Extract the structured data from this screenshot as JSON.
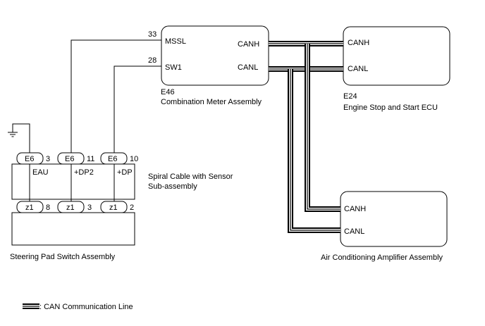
{
  "components": {
    "meter": {
      "code": "E46",
      "name": "Combination Meter Assembly",
      "pins": [
        {
          "label": "MSSL",
          "number": "33"
        },
        {
          "label": "SW1",
          "number": "28"
        },
        {
          "label": "CANH"
        },
        {
          "label": "CANL"
        }
      ]
    },
    "engine_ecu": {
      "code": "E24",
      "name": "Engine Stop and Start ECU",
      "pins": [
        {
          "label": "CANH"
        },
        {
          "label": "CANL"
        }
      ]
    },
    "ac_amplifier": {
      "name": "Air Conditioning Amplifier Assembly",
      "pins": [
        {
          "label": "CANH"
        },
        {
          "label": "CANL"
        }
      ]
    },
    "spiral_cable": {
      "name_line1": "Spiral Cable with Sensor",
      "name_line2": "Sub-assembly",
      "connectors_top": [
        {
          "code": "E6",
          "pin": "3",
          "signal": "EAU"
        },
        {
          "code": "E6",
          "pin": "11",
          "signal": "+DP2"
        },
        {
          "code": "E6",
          "pin": "10",
          "signal": "+DP"
        }
      ],
      "connectors_bottom": [
        {
          "code": "z1",
          "pin": "8"
        },
        {
          "code": "z1",
          "pin": "3"
        },
        {
          "code": "z1",
          "pin": "2"
        }
      ]
    },
    "steering_pad": {
      "name": "Steering Pad Switch Assembly"
    }
  },
  "legend": {
    "label": ": CAN Communication Line"
  }
}
